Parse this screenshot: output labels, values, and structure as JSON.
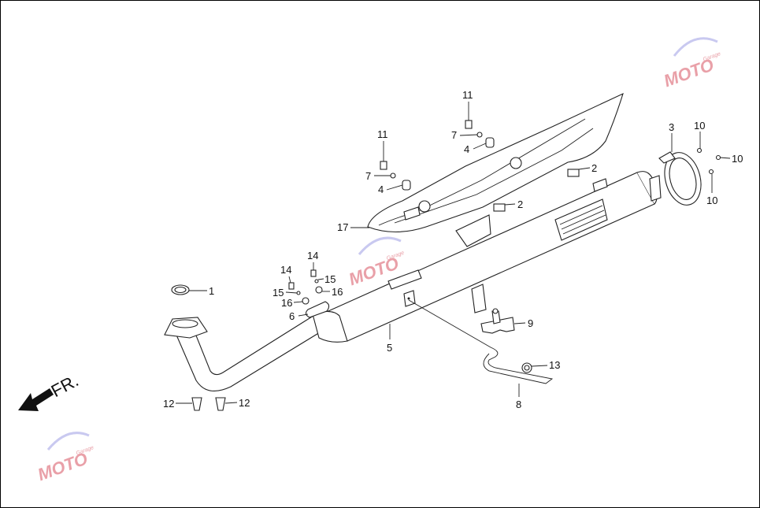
{
  "callouts": [
    {
      "id": "c1",
      "text": "1"
    },
    {
      "id": "c2a",
      "text": "2"
    },
    {
      "id": "c2b",
      "text": "2"
    },
    {
      "id": "c3",
      "text": "3"
    },
    {
      "id": "c4a",
      "text": "4"
    },
    {
      "id": "c4b",
      "text": "4"
    },
    {
      "id": "c5",
      "text": "5"
    },
    {
      "id": "c6",
      "text": "6"
    },
    {
      "id": "c7a",
      "text": "7"
    },
    {
      "id": "c7b",
      "text": "7"
    },
    {
      "id": "c8",
      "text": "8"
    },
    {
      "id": "c9",
      "text": "9"
    },
    {
      "id": "c10a",
      "text": "10"
    },
    {
      "id": "c10b",
      "text": "10"
    },
    {
      "id": "c10c",
      "text": "10"
    },
    {
      "id": "c11a",
      "text": "11"
    },
    {
      "id": "c11b",
      "text": "11"
    },
    {
      "id": "c12a",
      "text": "12"
    },
    {
      "id": "c12b",
      "text": "12"
    },
    {
      "id": "c13",
      "text": "13"
    },
    {
      "id": "c14a",
      "text": "14"
    },
    {
      "id": "c14b",
      "text": "14"
    },
    {
      "id": "c15a",
      "text": "15"
    },
    {
      "id": "c15b",
      "text": "15"
    },
    {
      "id": "c16a",
      "text": "16"
    },
    {
      "id": "c16b",
      "text": "16"
    },
    {
      "id": "c17",
      "text": "17"
    }
  ],
  "direction_label": "FR.",
  "watermark": {
    "text": "MOTO",
    "subtext": "Garage"
  },
  "colors": {
    "line": "#222222",
    "watermark": "#e9a0a8",
    "background": "#ffffff"
  }
}
